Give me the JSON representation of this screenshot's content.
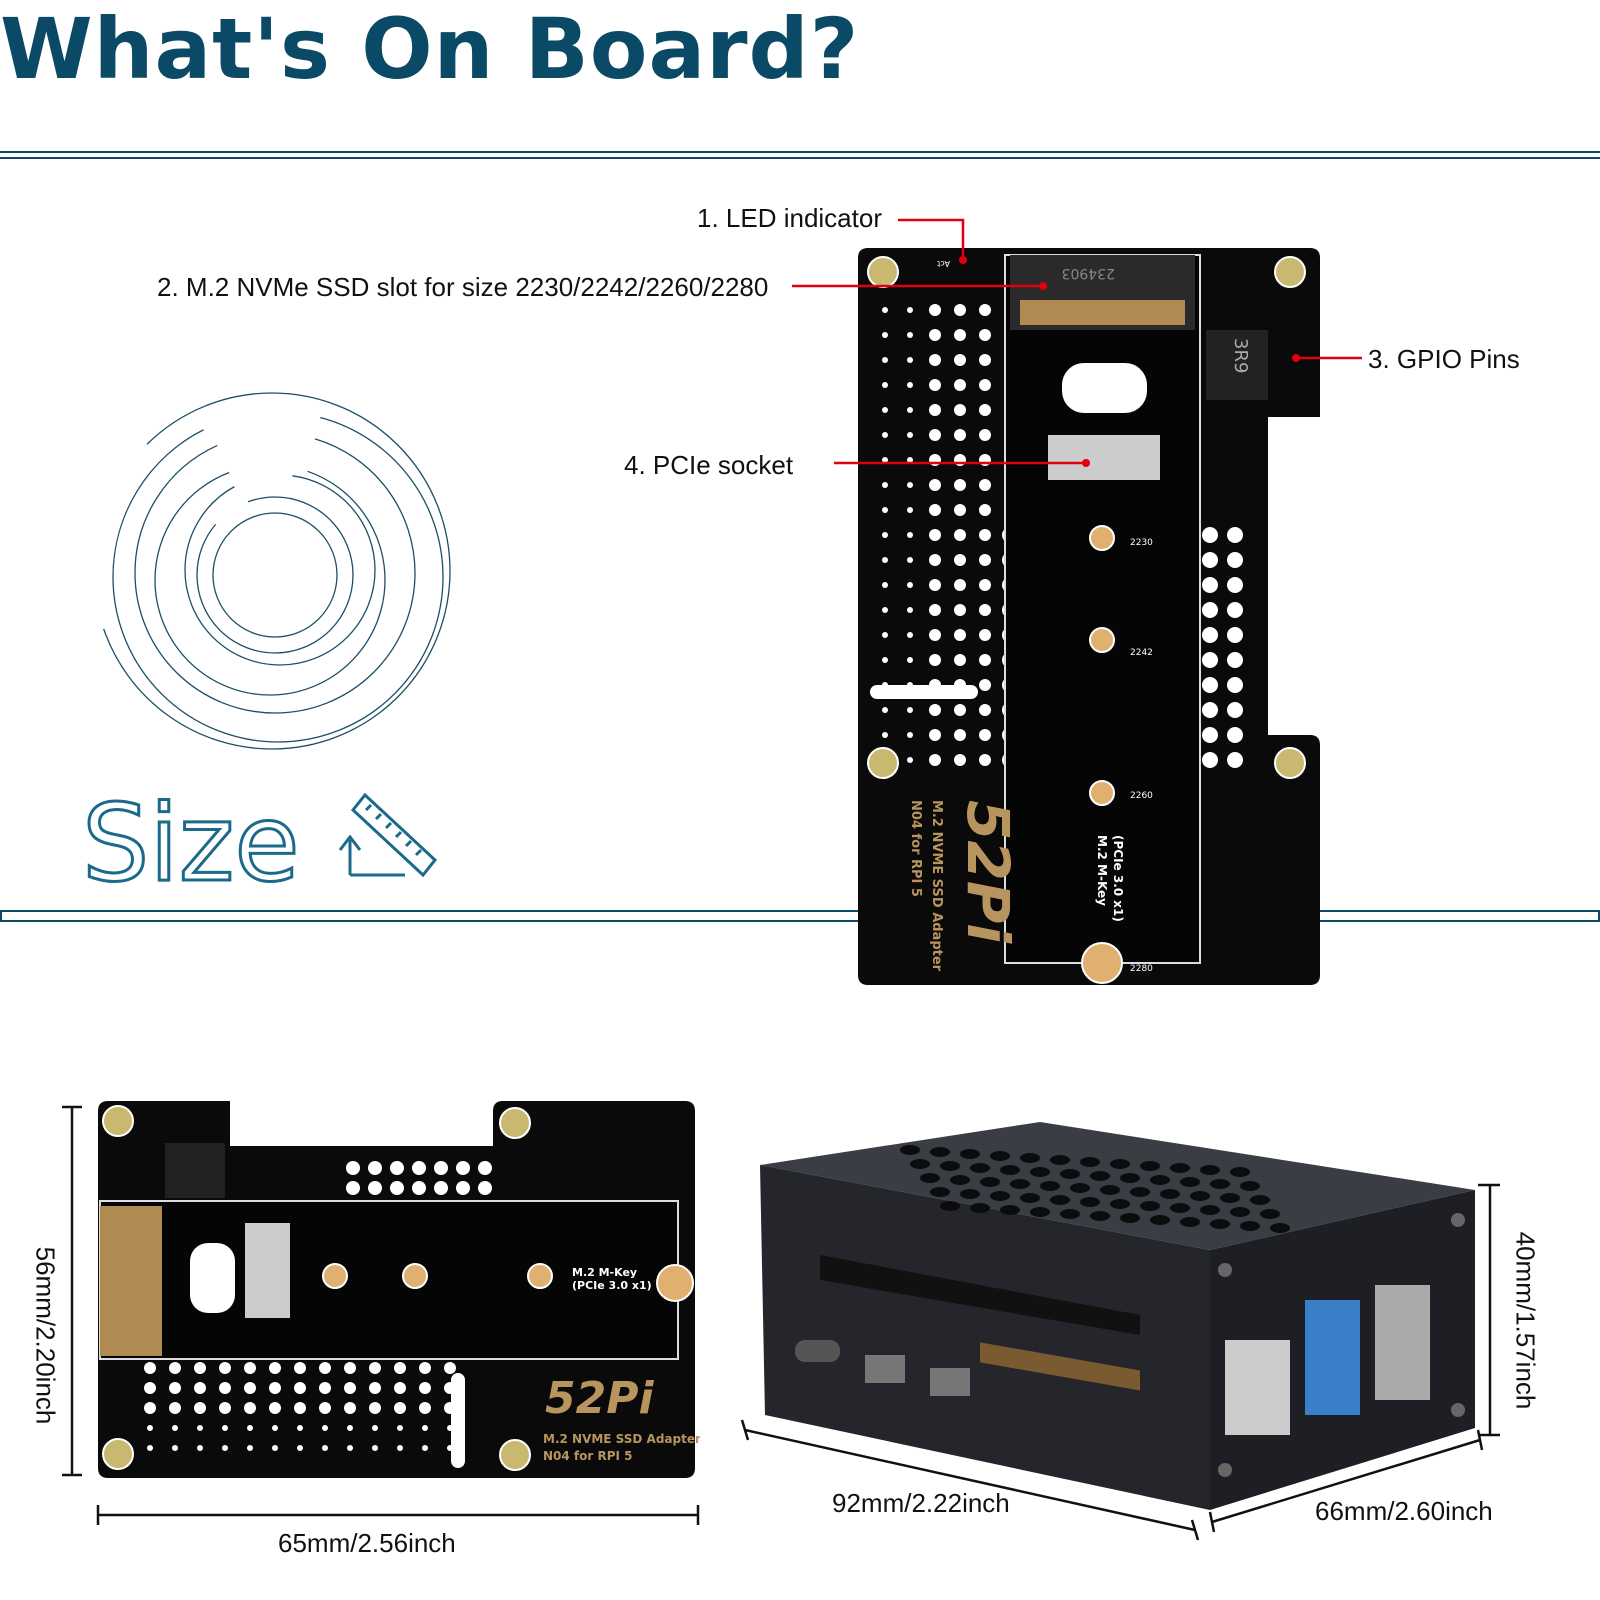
{
  "title": "What's On Board?",
  "callouts": [
    {
      "label": "1. LED indicator"
    },
    {
      "label": "2. M.2 NVMe SSD slot for size 2230/2242/2260/2280"
    },
    {
      "label": "3. GPIO Pins"
    },
    {
      "label": "4. PCIe socket"
    }
  ],
  "size_label": "Size",
  "board": {
    "brand": "52Pi",
    "product": "M.2 NVME SSD Adapter",
    "model": "N04 for RPI 5",
    "key": "M.2 M-Key",
    "interface": "(PCIe 3.0 x1)",
    "sizes": [
      "2230",
      "2242",
      "2260",
      "2280"
    ],
    "slot_code": "234903",
    "inductor": "3R9",
    "led": "Act"
  },
  "dimensions": {
    "board_height": "56mm/2.20inch",
    "board_width": "65mm/2.56inch",
    "case_length": "92mm/2.22inch",
    "case_width": "66mm/2.60inch",
    "case_height": "40mm/1.57inch"
  },
  "colors": {
    "accent": "#0b4a66",
    "callout_line": "#e0000f",
    "pcb": "#0a0a0a",
    "silk_gold": "#b8955e"
  },
  "icons": [
    "spiral-circles-icon",
    "ruler-icon"
  ]
}
